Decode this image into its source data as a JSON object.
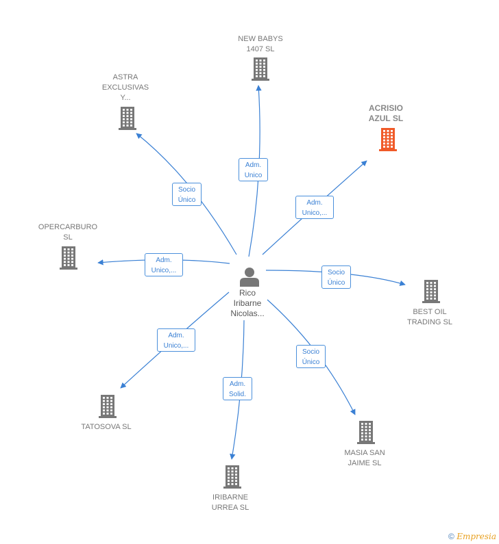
{
  "colors": {
    "edge": "#3a80d4",
    "building": "#777777",
    "highlight": "#f05a28",
    "person": "#777777"
  },
  "center": {
    "label": "Rico\nIribarne\nNicolas...",
    "icon": "person-icon"
  },
  "nodes": [
    {
      "id": "new-babys",
      "label": "NEW BABYS\n1407  SL",
      "highlight": false,
      "edge": "Adm.\nUnico"
    },
    {
      "id": "astra",
      "label": "ASTRA\nEXCLUSIVAS\nY...",
      "highlight": false,
      "edge": "Socio\nÚnico"
    },
    {
      "id": "acrisio",
      "label": "ACRISIO\nAZUL  SL",
      "highlight": true,
      "edge": "Adm.\nUnico,..."
    },
    {
      "id": "opercarburo",
      "label": "OPERCARBURO\nSL",
      "highlight": false,
      "edge": "Adm.\nUnico,..."
    },
    {
      "id": "best-oil",
      "label": "BEST OIL\nTRADING  SL",
      "highlight": false,
      "edge": "Socio\nÚnico"
    },
    {
      "id": "tatosova",
      "label": "TATOSOVA  SL",
      "highlight": false,
      "edge": "Adm.\nUnico,..."
    },
    {
      "id": "iribarne",
      "label": "IRIBARNE\nURREA  SL",
      "highlight": false,
      "edge": "Adm.\nSolid."
    },
    {
      "id": "masia",
      "label": "MASIA SAN\nJAIME SL",
      "highlight": false,
      "edge": "Socio\nÚnico"
    }
  ],
  "footer": {
    "copyright_symbol": "©",
    "brand": "Empresia"
  }
}
